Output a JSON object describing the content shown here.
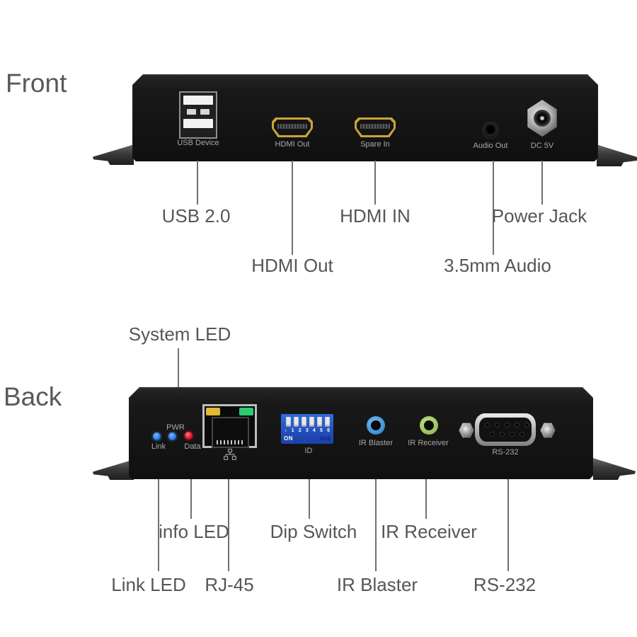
{
  "front": {
    "heading": "Front",
    "ports": {
      "usb_label": "USB Device",
      "hdmi_out_label": "HDMI Out",
      "spare_in_label": "Spare In",
      "audio_out_label": "Audio Out",
      "dc_label": "DC 5V"
    },
    "callouts": {
      "usb": "USB 2.0",
      "hdmi_in": "HDMI IN",
      "power": "Power Jack",
      "hdmi_out": "HDMI Out",
      "audio": "3.5mm Audio"
    }
  },
  "back": {
    "heading": "Back",
    "system_led": "System LED",
    "leds": {
      "pwr": "PWR",
      "link": "Link",
      "data": "Data"
    },
    "dip": {
      "arrow": "↓",
      "numbers": [
        "1",
        "2",
        "3",
        "4",
        "5",
        "6"
      ],
      "on_label": "ON",
      "brand": "ECE",
      "id_label": "ID"
    },
    "ports": {
      "ir_blaster": "IR Blaster",
      "ir_receiver": "IR Receiver",
      "rs232": "RS-232"
    },
    "callouts": {
      "info_led": "info LED",
      "dip_switch": "Dip Switch",
      "ir_receiver": "IR Receiver",
      "link_led": "Link LED",
      "rj45": "RJ-45",
      "ir_blaster": "IR Blaster",
      "rs232": "RS-232"
    }
  },
  "colors": {
    "text_gray": "#57585a",
    "panel_black": "#141414",
    "hdmi_gold": "#c9a437",
    "led_blue": "#2f7de0",
    "led_red": "#e01828",
    "rj45_yellow": "#e2b933",
    "rj45_green": "#2ecc71",
    "dip_blue": "#2458cf",
    "ir_blaster_blue": "#4398d8",
    "ir_receiver_green": "#9dc45f"
  }
}
